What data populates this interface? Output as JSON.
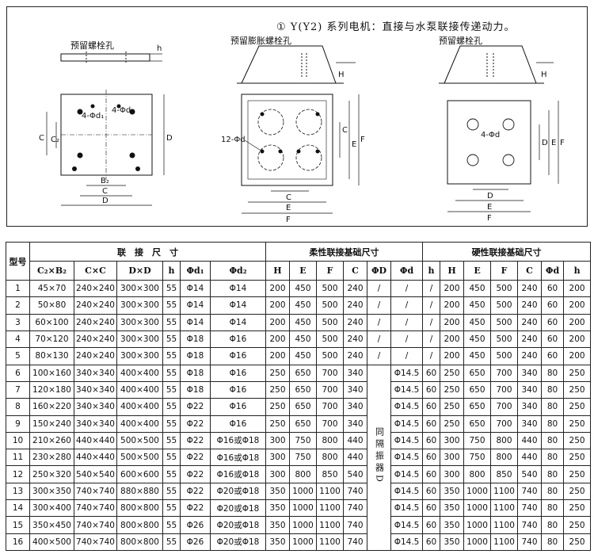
{
  "figure": {
    "note": "① Y(Y2) 系列电机：直接与水泵联接传递动力。",
    "fig1": {
      "title": "预留螺栓孔",
      "h_label": "h",
      "d1_label": "4-Φd₁",
      "d2_label": "4-Φd₂",
      "c2_label": "C₂",
      "c_left_label": "C",
      "d_right_label": "D",
      "b2_label": "B₂",
      "c_bottom_label": "C",
      "d_bottom_label": "D"
    },
    "fig2": {
      "title": "预留膨胀螺栓孔",
      "h_label": "H",
      "hole_label": "12-Φd",
      "c_right_label": "C",
      "e_right_label": "E",
      "f_right_label": "F",
      "c_bottom_label": "C",
      "e_bottom_label": "E",
      "f_bottom_label": "F"
    },
    "fig3": {
      "title": "预留螺栓孔",
      "h_label": "H",
      "hole_label": "4-Φd",
      "d_right_label": "D",
      "e_right_label": "E",
      "f_right_label": "F",
      "d_bottom_label": "D",
      "e_bottom_label": "E",
      "f_bottom_label": "F"
    }
  },
  "table": {
    "header1": {
      "model": "型号",
      "connect": "联　接　尺　寸",
      "flex": "柔性联接基础尺寸",
      "rigid": "硬性联接基础尺寸"
    },
    "header2": [
      "C₂×B₂",
      "C×C",
      "D×D",
      "h",
      "Φd₁",
      "Φd₂",
      "H",
      "E",
      "F",
      "C",
      "ΦD",
      "Φd",
      "h",
      "H",
      "E",
      "F",
      "C",
      "Φd",
      "h"
    ],
    "merged_note": "同隔振器D",
    "rows_top": [
      [
        "1",
        "45×70",
        "240×240",
        "300×300",
        "55",
        "Φ14",
        "Φ14",
        "200",
        "450",
        "500",
        "240",
        "/",
        "/",
        "/",
        "200",
        "450",
        "500",
        "240",
        "60",
        "200"
      ],
      [
        "2",
        "50×80",
        "240×240",
        "300×300",
        "55",
        "Φ14",
        "Φ14",
        "200",
        "450",
        "500",
        "240",
        "/",
        "/",
        "/",
        "200",
        "450",
        "500",
        "240",
        "60",
        "200"
      ],
      [
        "3",
        "60×100",
        "240×240",
        "300×300",
        "55",
        "Φ14",
        "Φ14",
        "200",
        "450",
        "500",
        "240",
        "/",
        "/",
        "/",
        "200",
        "450",
        "500",
        "240",
        "60",
        "200"
      ],
      [
        "4",
        "70×120",
        "240×240",
        "300×300",
        "55",
        "Φ18",
        "Φ16",
        "200",
        "450",
        "500",
        "240",
        "/",
        "/",
        "/",
        "200",
        "450",
        "500",
        "240",
        "60",
        "200"
      ],
      [
        "5",
        "80×130",
        "240×240",
        "300×300",
        "55",
        "Φ18",
        "Φ16",
        "200",
        "450",
        "500",
        "240",
        "/",
        "/",
        "/",
        "200",
        "450",
        "500",
        "240",
        "60",
        "200"
      ]
    ],
    "rows_bottom": [
      [
        "6",
        "100×160",
        "340×340",
        "400×400",
        "55",
        "Φ18",
        "Φ16",
        "250",
        "650",
        "700",
        "340",
        "Φ14.5",
        "60",
        "250",
        "650",
        "700",
        "340",
        "80",
        "250"
      ],
      [
        "7",
        "120×180",
        "340×340",
        "400×400",
        "55",
        "Φ18",
        "Φ16",
        "250",
        "650",
        "700",
        "340",
        "Φ14.5",
        "60",
        "250",
        "650",
        "700",
        "340",
        "80",
        "250"
      ],
      [
        "8",
        "160×220",
        "340×340",
        "400×400",
        "55",
        "Φ22",
        "Φ16",
        "250",
        "650",
        "700",
        "340",
        "Φ14.5",
        "60",
        "250",
        "650",
        "700",
        "340",
        "80",
        "250"
      ],
      [
        "9",
        "150×240",
        "340×340",
        "400×400",
        "55",
        "Φ22",
        "Φ16",
        "250",
        "650",
        "700",
        "340",
        "Φ14.5",
        "60",
        "250",
        "650",
        "700",
        "340",
        "80",
        "250"
      ],
      [
        "10",
        "210×260",
        "440×440",
        "500×500",
        "55",
        "Φ22",
        "Φ16或Φ18",
        "300",
        "750",
        "800",
        "440",
        "Φ14.5",
        "60",
        "300",
        "750",
        "800",
        "440",
        "80",
        "250"
      ],
      [
        "11",
        "230×280",
        "440×440",
        "500×500",
        "55",
        "Φ22",
        "Φ16或Φ18",
        "300",
        "750",
        "800",
        "440",
        "Φ14.5",
        "60",
        "300",
        "750",
        "800",
        "440",
        "80",
        "250"
      ],
      [
        "12",
        "250×320",
        "540×540",
        "600×600",
        "55",
        "Φ22",
        "Φ16或Φ18",
        "300",
        "800",
        "850",
        "540",
        "Φ14.5",
        "60",
        "300",
        "800",
        "850",
        "540",
        "80",
        "250"
      ],
      [
        "13",
        "300×350",
        "740×740",
        "880×880",
        "55",
        "Φ22",
        "Φ20或Φ18",
        "350",
        "1000",
        "1100",
        "740",
        "Φ14.5",
        "60",
        "350",
        "1000",
        "1100",
        "740",
        "80",
        "250"
      ],
      [
        "14",
        "300×400",
        "740×740",
        "800×800",
        "55",
        "Φ22",
        "Φ20或Φ18",
        "350",
        "1000",
        "1100",
        "740",
        "Φ14.5",
        "60",
        "350",
        "1000",
        "1100",
        "740",
        "80",
        "250"
      ],
      [
        "15",
        "350×450",
        "740×740",
        "800×800",
        "55",
        "Φ26",
        "Φ20或Φ18",
        "350",
        "1000",
        "1100",
        "740",
        "Φ14.5",
        "60",
        "350",
        "1000",
        "1100",
        "740",
        "80",
        "250"
      ],
      [
        "16",
        "400×500",
        "740×740",
        "800×800",
        "55",
        "Φ26",
        "Φ20或Φ18",
        "350",
        "1000",
        "1100",
        "740",
        "Φ14.5",
        "60",
        "350",
        "1000",
        "1100",
        "740",
        "80",
        "250"
      ]
    ]
  }
}
